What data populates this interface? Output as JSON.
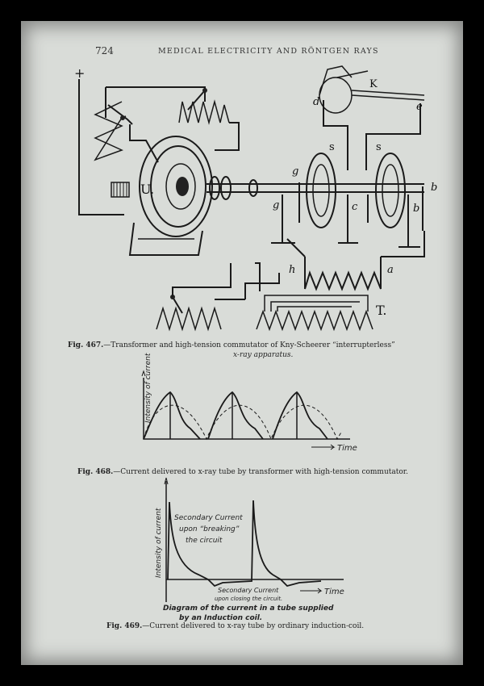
{
  "page": {
    "number": "724",
    "running_title": "MEDICAL ELECTRICITY AND RÖNTGEN RAYS"
  },
  "fig467": {
    "caption_num": "Fig. 467.",
    "caption_text": "—Transformer and high-tension commutator of Kny-Scheerer “interrupterless”",
    "caption_text2": "x-ray apparatus.",
    "labels": {
      "plus": "+",
      "U": "U.",
      "K": "K",
      "d": "d",
      "e": "e",
      "s1": "s",
      "s2": "s",
      "g": "g",
      "g1": "g",
      "b": "b",
      "b1": "b",
      "c": "c",
      "h": "h",
      "a": "a",
      "T": "T."
    }
  },
  "fig468": {
    "caption_num": "Fig. 468.",
    "caption_text": "—Current delivered to x-ray tube by transformer with high-tension commutator.",
    "y_label": "Intensity of current",
    "x_label": "Time"
  },
  "fig469": {
    "caption_num": "Fig. 469.",
    "caption_text": "—Current delivered to x-ray tube by ordinary induction-coil.",
    "y_label": "Intensity of current",
    "x_label": "Time",
    "annot_top_1": "Secondary Current",
    "annot_top_2": "upon “breaking”",
    "annot_top_3": "the circuit",
    "annot_bot_1": "Secondary Current",
    "annot_bot_2": "upon closing the circuit.",
    "diagram_note_1": "Diagram of the current in a tube supplied",
    "diagram_note_2": "by an Induction coil."
  }
}
